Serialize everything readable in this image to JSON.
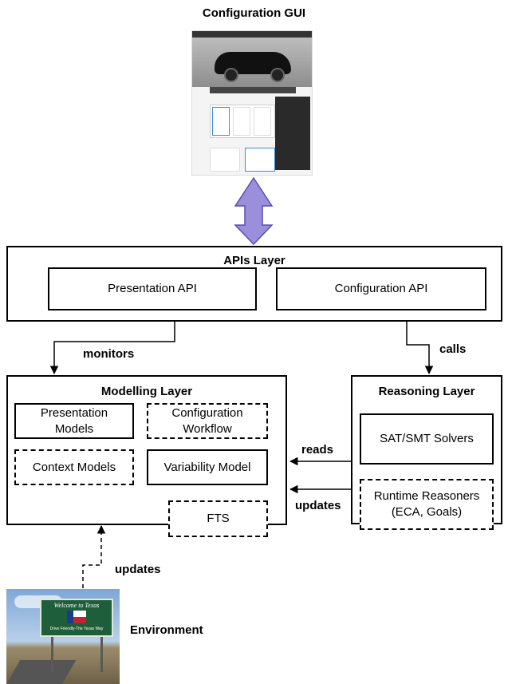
{
  "title": "Configuration GUI",
  "apis_layer": {
    "title": "APIs Layer",
    "presentation_api": "Presentation API",
    "configuration_api": "Configuration API"
  },
  "arrows": {
    "monitors": "monitors",
    "calls": "calls",
    "reads": "reads",
    "updates_right": "updates",
    "updates_env": "updates"
  },
  "modelling_layer": {
    "title": "Modelling Layer",
    "presentation_models": "Presentation Models",
    "configuration_workflow": "Configuration Workflow",
    "context_models": "Context Models",
    "variability_model": "Variability Model",
    "fts": "FTS"
  },
  "reasoning_layer": {
    "title": "Reasoning Layer",
    "sat_smt": "SAT/SMT Solvers",
    "runtime_reasoners": "Runtime Reasoners (ECA, Goals)"
  },
  "environment": {
    "label": "Environment",
    "sign_line1": "Welcome to Texas",
    "sign_line2": "Drive Friendly-The Texas Way"
  },
  "colors": {
    "double_arrow": "#9b8fdc",
    "double_arrow_stroke": "#5a4fb3"
  }
}
